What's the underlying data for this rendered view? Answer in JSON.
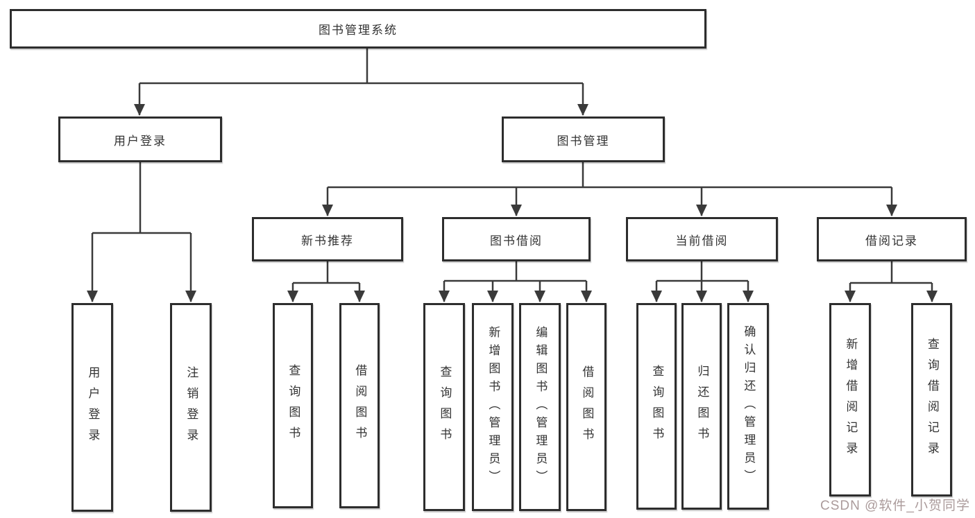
{
  "colors": {
    "line": "#3a3a3a",
    "box_border": "#2d2d2d",
    "text": "#333333",
    "watermark": "#ab9b9b",
    "background": "#ffffff"
  },
  "watermark": {
    "text": "CSDN @软件_小贺同学"
  },
  "tree": {
    "root_label": "图书管理系统",
    "branches": [
      {
        "label": "用户登录",
        "children": [
          {
            "label": "用户登录"
          },
          {
            "label": "注销登录"
          }
        ]
      },
      {
        "label": "图书管理",
        "children": [
          {
            "label": "新书推荐",
            "children": [
              {
                "label": "查询图书"
              },
              {
                "label": "借阅图书"
              }
            ]
          },
          {
            "label": "图书借阅",
            "children": [
              {
                "label": "查询图书"
              },
              {
                "label": "新增图书（管理员）"
              },
              {
                "label": "编辑图书（管理员）"
              },
              {
                "label": "借阅图书"
              }
            ]
          },
          {
            "label": "当前借阅",
            "children": [
              {
                "label": "查询图书"
              },
              {
                "label": "归还图书"
              },
              {
                "label": "确认归还（管理员）"
              }
            ]
          },
          {
            "label": "借阅记录",
            "children": [
              {
                "label": "新增借阅记录"
              },
              {
                "label": "查询借阅记录"
              }
            ]
          }
        ]
      }
    ]
  }
}
